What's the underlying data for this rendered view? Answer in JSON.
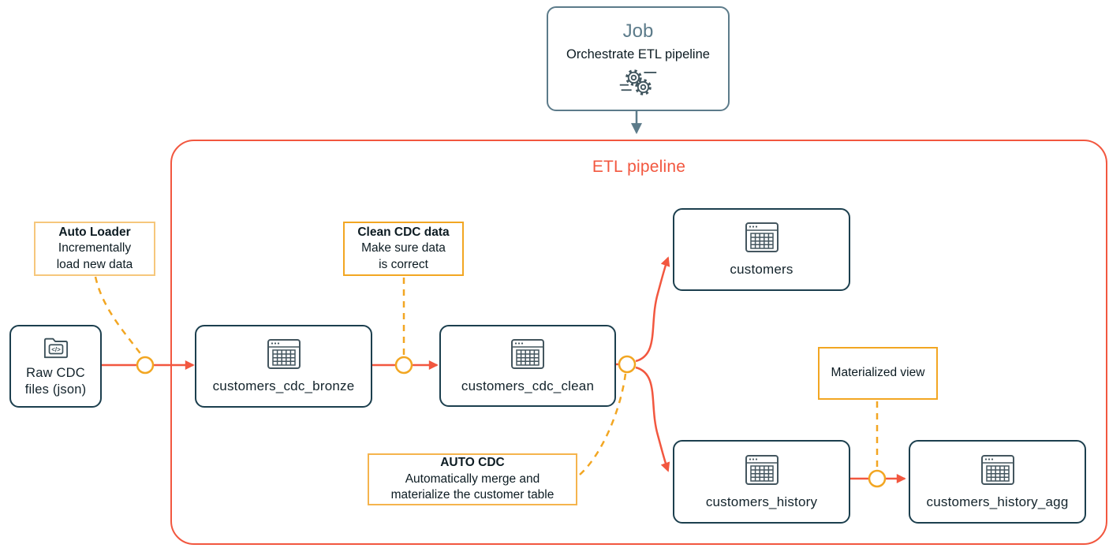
{
  "colors": {
    "accent_red": "#F2573F",
    "slate_blue": "#5C7B8A",
    "node_border_teal": "#1C3F4E",
    "amber": "#F2A622",
    "amber_light": "#F6C77C",
    "text_dark": "#13232B"
  },
  "job": {
    "title": "Job",
    "subtitle": "Orchestrate ETL pipeline",
    "icon": "gears-icon"
  },
  "pipeline": {
    "title": "ETL pipeline"
  },
  "nodes": {
    "raw": {
      "line1": "Raw CDC",
      "line2": "files (json)",
      "icon": "code-folder-icon"
    },
    "bronze": {
      "label": "customers_cdc_bronze",
      "icon": "table-icon"
    },
    "clean": {
      "label": "customers_cdc_clean",
      "icon": "table-icon"
    },
    "customers": {
      "label": "customers",
      "icon": "table-icon"
    },
    "history": {
      "label": "customers_history",
      "icon": "table-icon"
    },
    "history_agg": {
      "label": "customers_history_agg",
      "icon": "table-icon"
    }
  },
  "annotations": {
    "auto_loader": {
      "title": "Auto Loader",
      "line1": "Incrementally",
      "line2": "load new data"
    },
    "clean_cdc": {
      "title": "Clean CDC data",
      "line1": "Make sure data",
      "line2": "is correct"
    },
    "auto_cdc": {
      "title": "AUTO CDC",
      "line1": "Automatically merge and",
      "line2": "materialize the customer table"
    },
    "materialized_view": {
      "line1": "Materialized view"
    }
  }
}
